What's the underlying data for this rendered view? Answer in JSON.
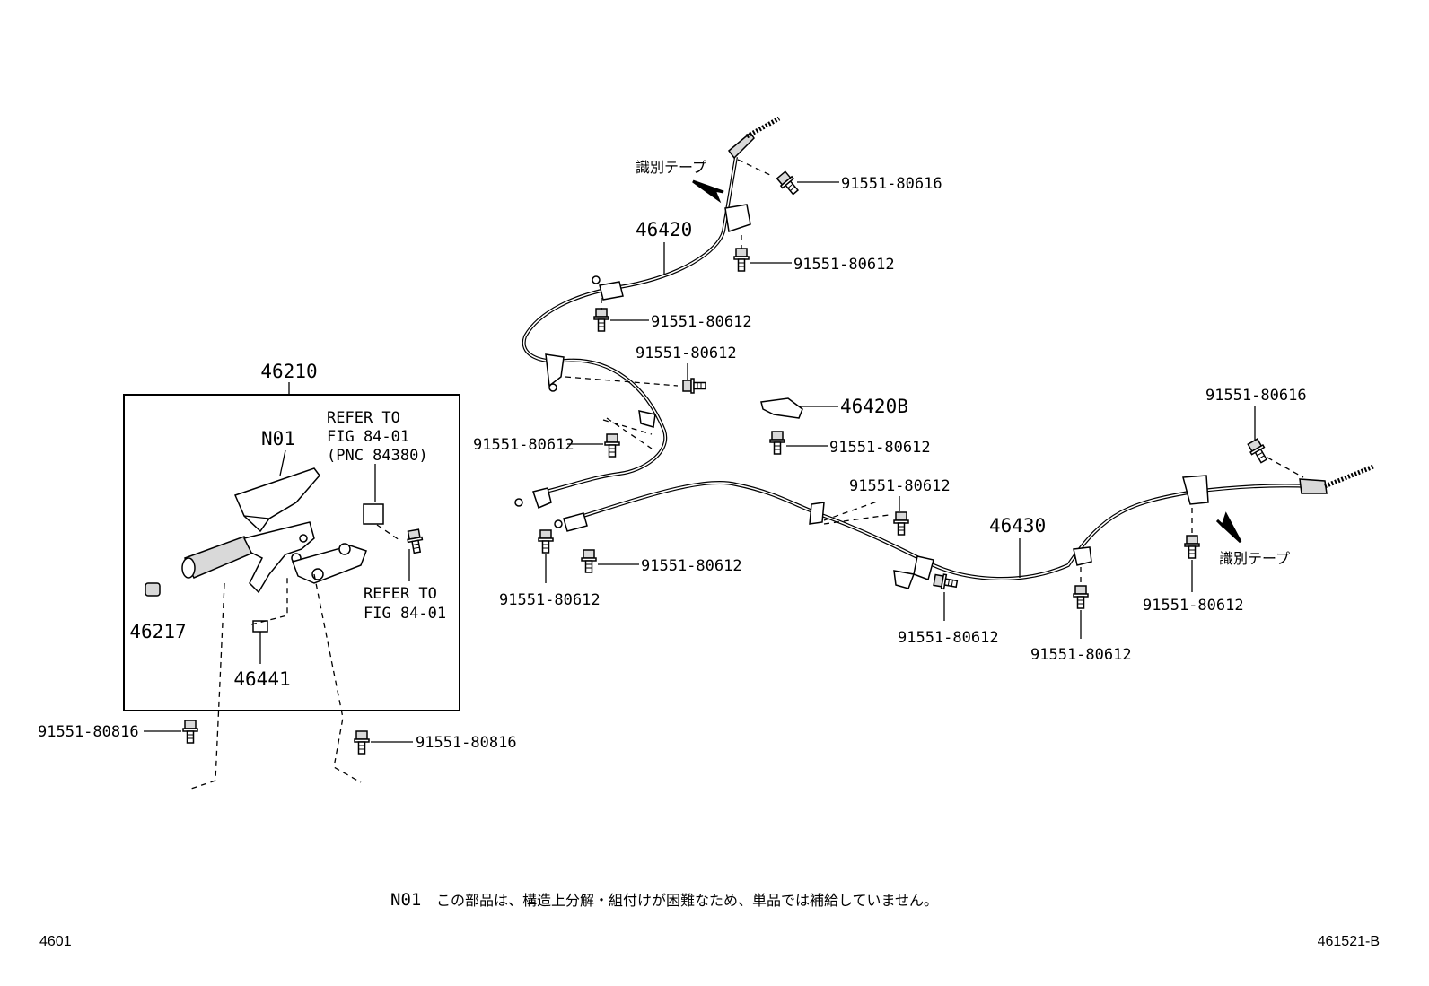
{
  "assembly": {
    "callout": "46210",
    "refer_1": [
      "REFER TO",
      "FIG 84-01",
      "(PNC 84380)"
    ],
    "refer_2": [
      "REFER TO",
      "FIG 84-01"
    ],
    "parts": {
      "lever_cover": "N01",
      "knob": "46217",
      "switch": "46441"
    }
  },
  "cables": {
    "front": "46420",
    "clamp": "46420B",
    "rear": "46430"
  },
  "id_tape_label": "識別テープ",
  "bolts": {
    "b80616": "91551-80616",
    "b80612": "91551-80612",
    "b80816": "91551-80816"
  },
  "footnote": {
    "code": "N01",
    "text": "この部品は、構造上分解・組付けが困難なため、単品では補給していません。"
  },
  "corner": {
    "left": "4601",
    "right": "461521-B"
  }
}
